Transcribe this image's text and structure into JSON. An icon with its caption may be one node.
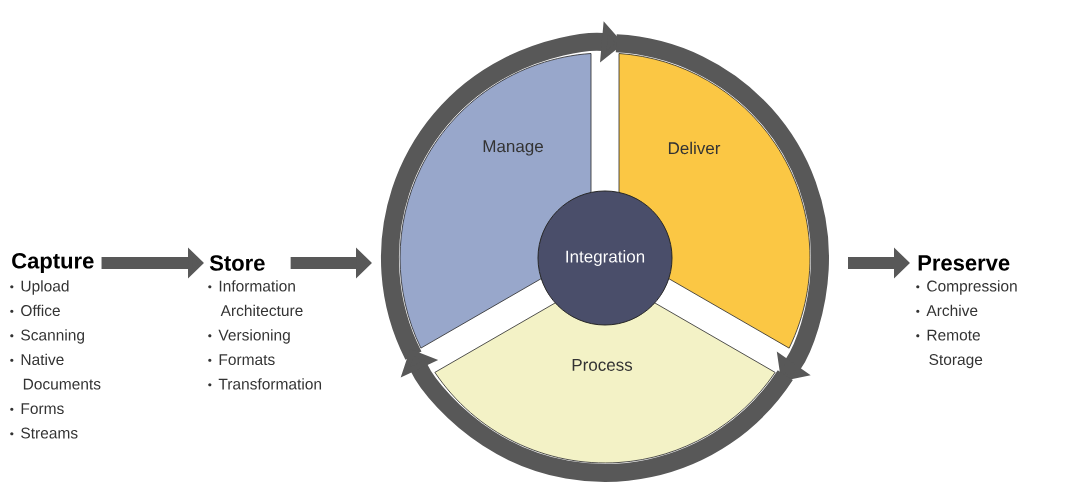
{
  "diagram": {
    "nodes": [
      {
        "text": [
          "Capture"
        ],
        "beside": [
          "Upload",
          "Office",
          "Scanning",
          "Native Documents",
          "Forms",
          "Streams"
        ]
      },
      {
        "text": [
          "Store"
        ],
        "beside": [
          "Information Architecture",
          "Versioning",
          "Formats",
          "Transformation"
        ]
      },
      {
        "text": [
          "Manage"
        ]
      },
      {
        "text": [
          "Deliver"
        ]
      },
      {
        "text": [
          "Process"
        ]
      },
      {
        "text": [
          "Integration"
        ]
      },
      {
        "text": [
          "Preserve"
        ],
        "beside": [
          "Compression",
          "Archive",
          "Remote Storage"
        ]
      }
    ],
    "edges": [
      {
        "from": 0,
        "to": 1,
        "arrow": "to"
      },
      {
        "from": 1,
        "to": null,
        "arrow": "to"
      },
      {
        "from": 2,
        "to": 3,
        "arrow": "to"
      },
      {
        "from": 3,
        "to": 4,
        "arrow": "to"
      },
      {
        "from": 4,
        "to": 2,
        "arrow": "to"
      },
      {
        "from": 3,
        "to": 6,
        "arrow": "to"
      }
    ]
  }
}
